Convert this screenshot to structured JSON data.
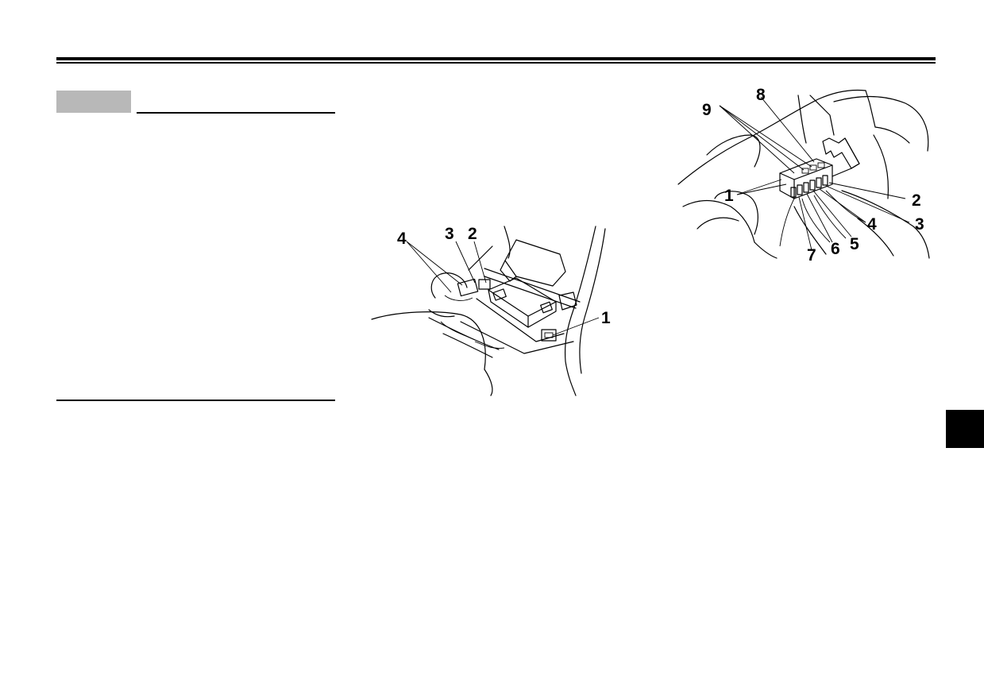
{
  "page": {
    "header_rules": true,
    "note_box_color": "#b8b8b8",
    "side_tab_color": "#000000"
  },
  "figure_left": {
    "callouts": [
      "1",
      "2",
      "3",
      "4"
    ]
  },
  "figure_right": {
    "callouts": [
      "1",
      "2",
      "3",
      "4",
      "5",
      "6",
      "7",
      "8",
      "9"
    ]
  }
}
